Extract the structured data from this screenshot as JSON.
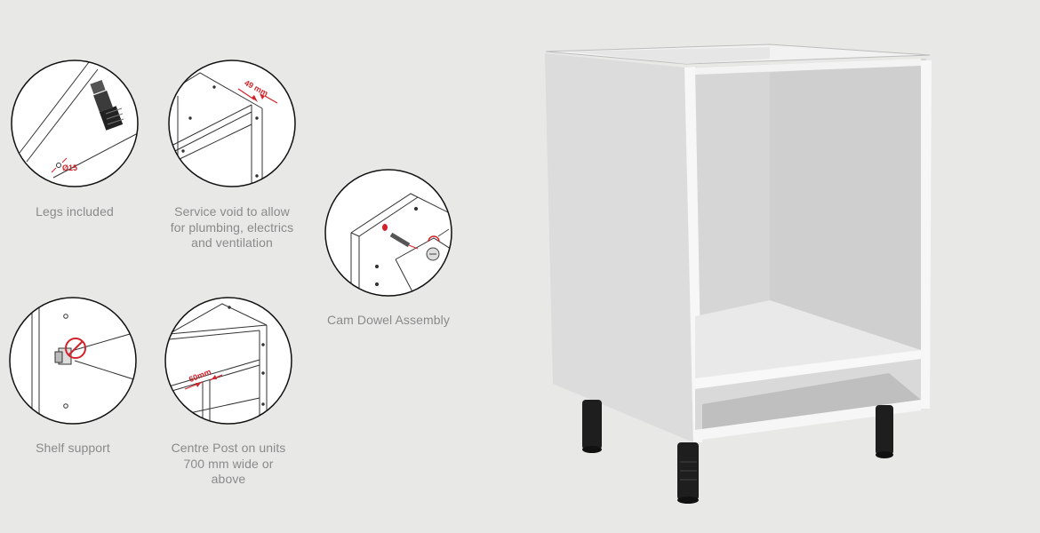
{
  "features": [
    {
      "id": "legs",
      "caption": "Legs included",
      "annotation": "Ø15",
      "icon": "leg-icon"
    },
    {
      "id": "service-void",
      "caption": "Service void to allow for plumbing, electrics and ventilation",
      "annotation": "49 mm",
      "icon": "service-void-icon"
    },
    {
      "id": "cam-dowel",
      "caption": "Cam Dowel Assembly",
      "annotation": "",
      "icon": "cam-dowel-icon"
    },
    {
      "id": "shelf-support",
      "caption": "Shelf support",
      "annotation": "",
      "icon": "shelf-support-icon"
    },
    {
      "id": "centre-post",
      "caption": "Centre Post on units 700 mm wide or above",
      "annotation": "60mm",
      "icon": "centre-post-icon"
    }
  ],
  "colors": {
    "background": "#e8e8e7",
    "accent": "#d2232a",
    "caption": "#8a8a8a",
    "line": "#1a1a1a"
  }
}
